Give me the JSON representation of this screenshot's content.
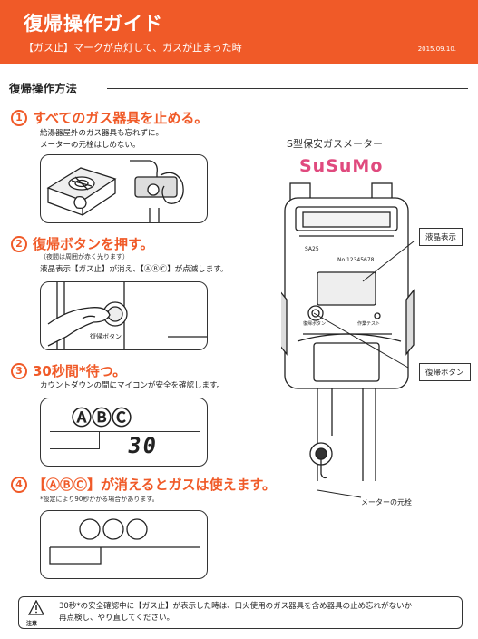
{
  "header": {
    "title": "復帰操作ガイド",
    "subtitle": "【ガス止】マークが点灯して、ガスが止まった時",
    "date": "2015.09.10."
  },
  "section": {
    "heading": "復帰操作方法"
  },
  "steps": [
    {
      "num": "1",
      "title": "すべてのガス器具を止める。",
      "lines": [
        "給湯器屋外のガス器具も忘れずに。",
        "メーターの元栓はしめない。"
      ]
    },
    {
      "num": "2",
      "title": "復帰ボタンを押す。",
      "note": "（夜間は周囲が赤く光ります）",
      "line": "液晶表示【ガス止】が消え、【ⒶⒷⒸ】が点滅します。",
      "illus_label": "復帰ボタン"
    },
    {
      "num": "3",
      "title": "30秒間*待つ。",
      "line": "カウントダウンの間にマイコンが安全を確認します。",
      "display_abc": "ⒶⒷⒸ",
      "display_count": "30"
    },
    {
      "num": "4",
      "title": "【ⒶⒷⒸ】が消えるとガスは使えます。",
      "note": "*設定により90秒かかる場合があります。"
    }
  ],
  "meter": {
    "title": "S型保安ガスメーター",
    "brand": "SuSuMo",
    "model_text": "SA25",
    "serial_text": "No.12345678",
    "callouts": {
      "lcd": "液晶表示",
      "reset": "復帰ボタン",
      "valve": "メーターの元栓"
    },
    "panel_labels": {
      "reset_small": "復帰ボタン",
      "test_small": "作業テスト"
    }
  },
  "caution": {
    "label": "注意",
    "text_line1": "30秒*の安全確認中に【ガス止】が表示した時は、口火使用のガス器具を含め器具の止め忘れがないか",
    "text_line2": "再点検し、やり直してください。"
  },
  "colors": {
    "accent": "#f05a28",
    "brand": "#e04a7e"
  }
}
